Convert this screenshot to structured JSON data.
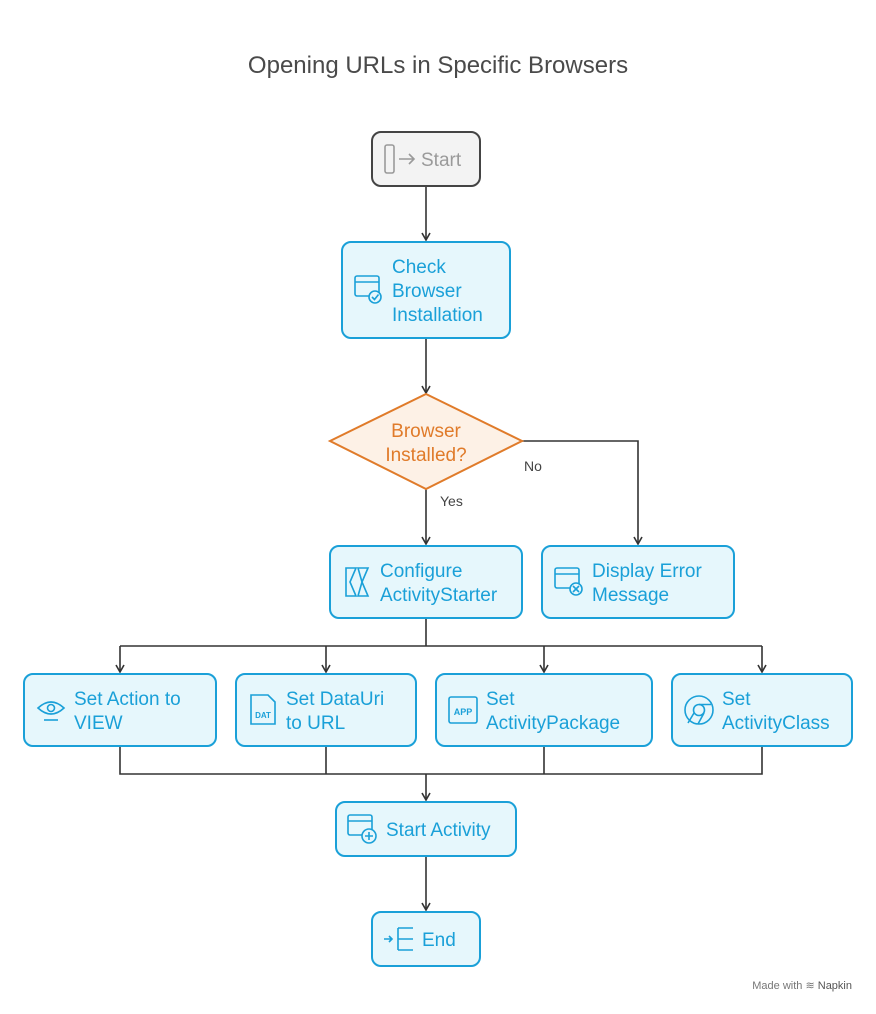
{
  "title": "Opening URLs in Specific Browsers",
  "nodes": {
    "start": {
      "lines": [
        "Start"
      ],
      "icon": "login-icon"
    },
    "check": {
      "lines": [
        "Check",
        "Browser",
        "Installation"
      ],
      "icon": "browser-check-icon"
    },
    "decision": {
      "lines": [
        "Browser",
        "Installed?"
      ]
    },
    "configure": {
      "lines": [
        "Configure",
        "ActivityStarter"
      ],
      "icon": "kotlin-icon"
    },
    "error": {
      "lines": [
        "Display Error",
        "Message"
      ],
      "icon": "browser-error-icon"
    },
    "set_action": {
      "lines": [
        "Set Action to",
        "VIEW"
      ],
      "icon": "eye-icon"
    },
    "set_datauri": {
      "lines": [
        "Set DataUri",
        "to URL"
      ],
      "icon": "dat-file-icon"
    },
    "set_package": {
      "lines": [
        "Set",
        "ActivityPackage"
      ],
      "icon": "app-icon"
    },
    "set_class": {
      "lines": [
        "Set",
        "ActivityClass"
      ],
      "icon": "chrome-icon"
    },
    "start_activity": {
      "lines": [
        "Start Activity"
      ],
      "icon": "browser-add-icon"
    },
    "end": {
      "lines": [
        "End"
      ],
      "icon": "end-tree-icon"
    }
  },
  "edge_labels": {
    "yes": "Yes",
    "no": "No"
  },
  "colors": {
    "process_fill": "#e6f7fc",
    "process_stroke": "#1aa0d8",
    "start_fill": "#f3f3f3",
    "start_stroke": "#444444",
    "decision_fill": "#fdf1e6",
    "decision_stroke": "#e07b2a",
    "edge": "#333333"
  },
  "watermark": {
    "prefix": "Made with",
    "brand": "Napkin"
  }
}
